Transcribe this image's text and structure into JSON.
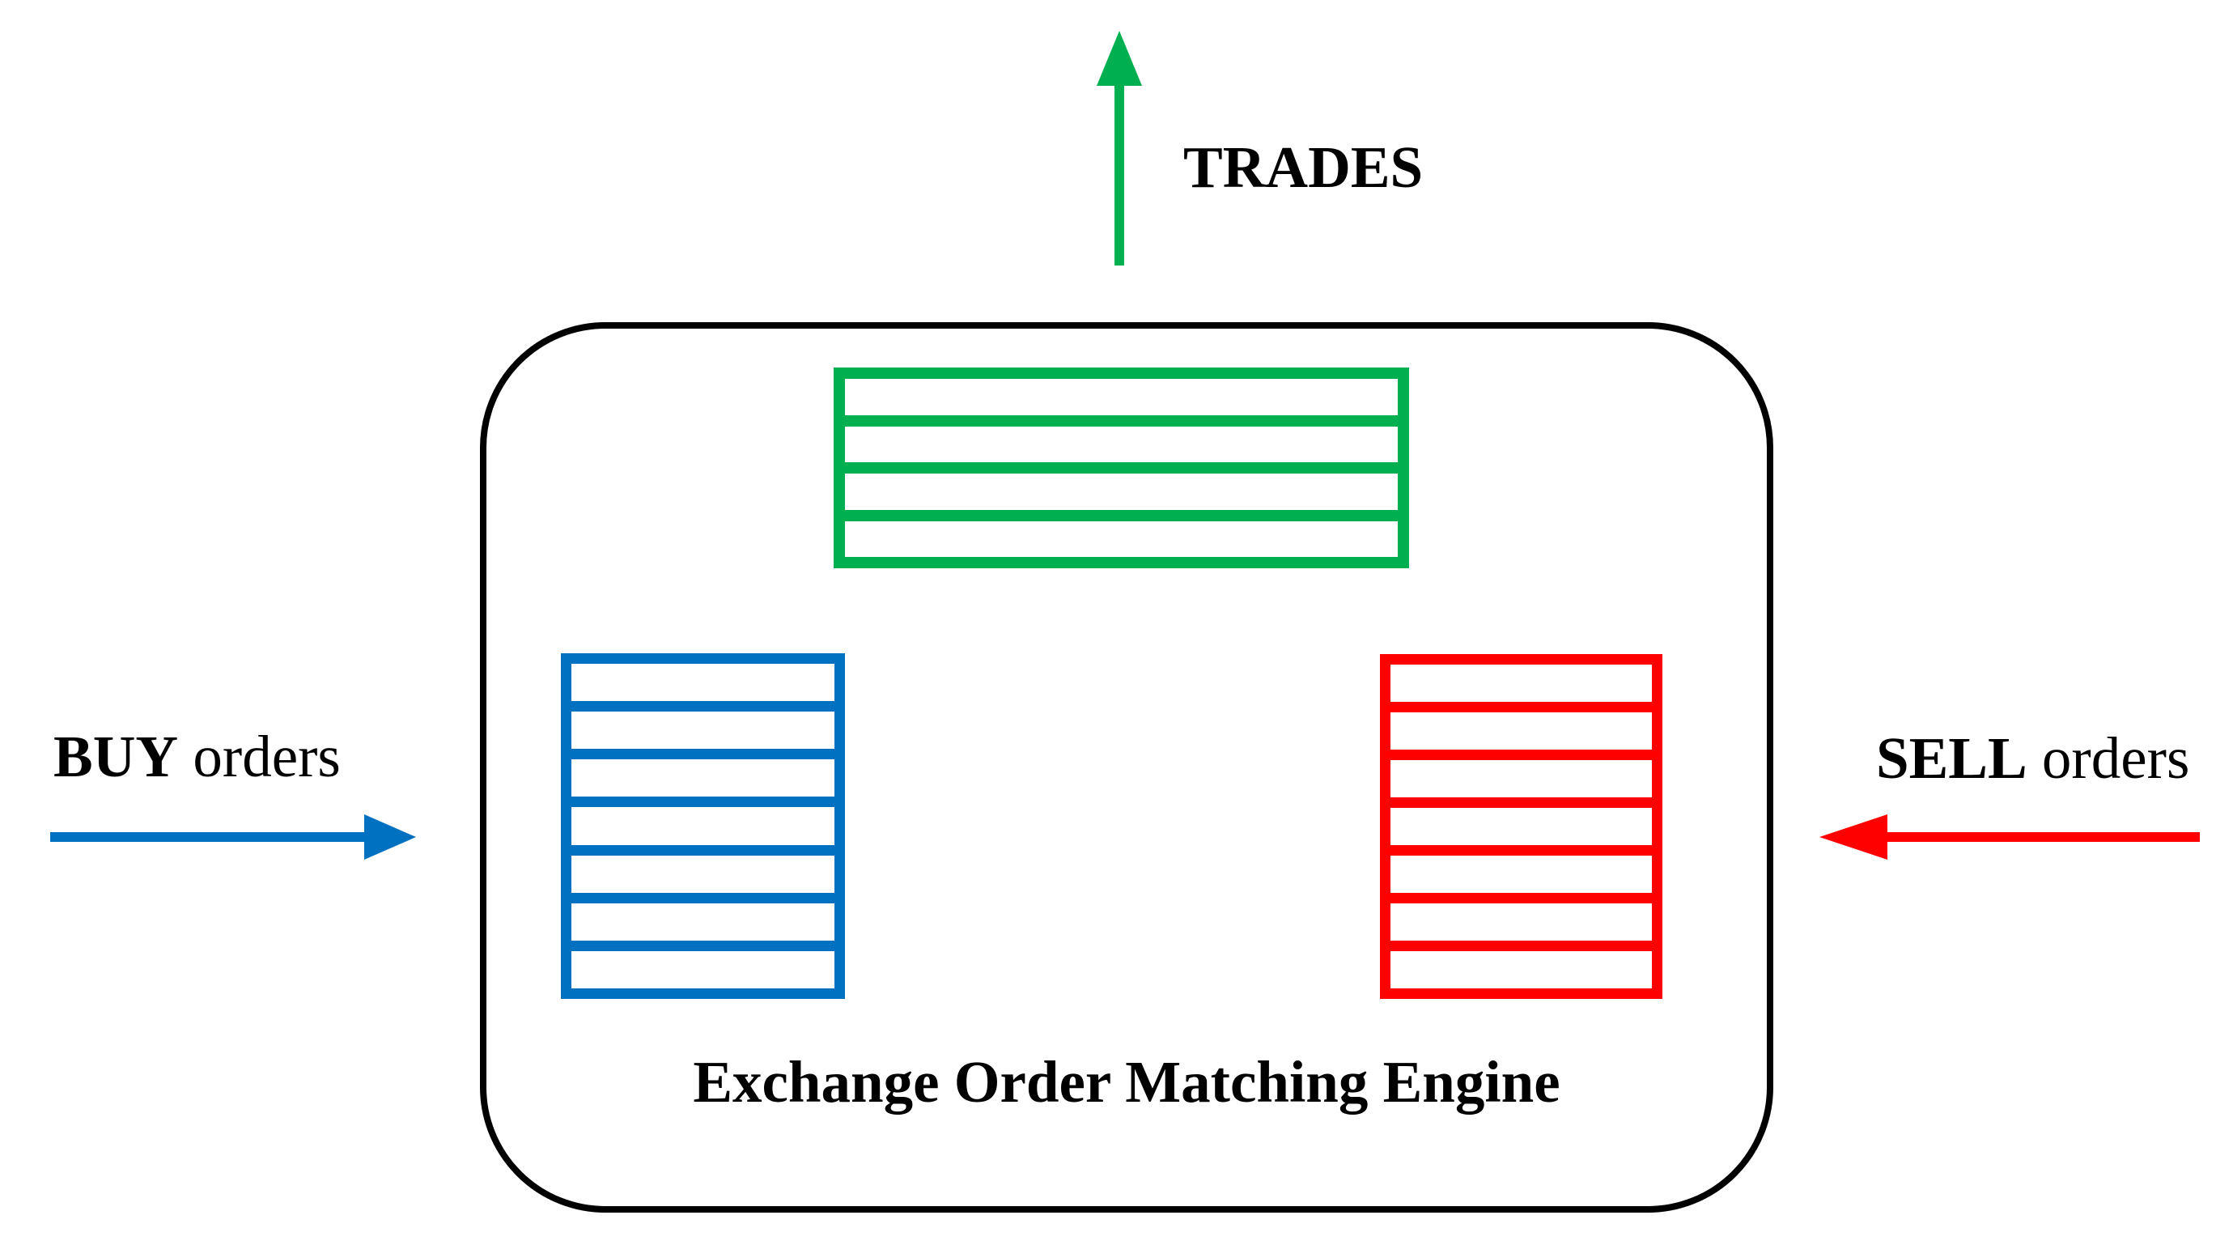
{
  "diagram": {
    "engine_label": "Exchange Order Matching Engine",
    "trades_label": "TRADES",
    "buy_label_bold": "BUY",
    "buy_label_rest": " orders",
    "sell_label_bold": "SELL",
    "sell_label_rest": " orders",
    "colors": {
      "green": "#00B050",
      "blue": "#0070C0",
      "red": "#FF0000",
      "outline": "#000000"
    },
    "books": {
      "trades": {
        "rows": 4,
        "color": "#00B050"
      },
      "buy": {
        "rows": 7,
        "color": "#0070C0"
      },
      "sell": {
        "rows": 7,
        "color": "#FF0000"
      }
    }
  }
}
